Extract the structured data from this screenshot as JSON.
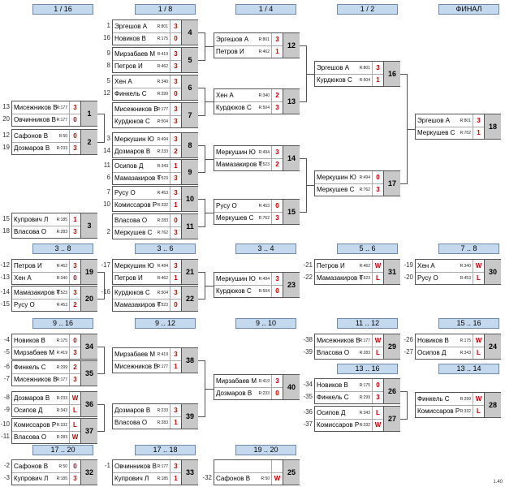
{
  "headers": [
    "1 / 16",
    "1 / 8",
    "1 / 4",
    "1 / 2",
    "ФИНАЛ",
    "3 .. 8",
    "3 .. 6",
    "3 .. 4",
    "5 .. 6",
    "7 .. 8",
    "9 .. 16",
    "9 .. 12",
    "9 .. 10",
    "11 .. 12",
    "15 .. 16",
    "13 .. 16",
    "13 .. 14",
    "17 .. 20",
    "17 .. 18",
    "19 .. 20"
  ],
  "version": "1.40",
  "matches": [
    {
      "n": "4",
      "p": [
        [
          "Эргешов А",
          "R:801",
          "3"
        ],
        [
          "Новиков В",
          "R:175",
          "0"
        ]
      ],
      "s": [
        "1",
        "16"
      ]
    },
    {
      "n": "5",
      "p": [
        [
          "Мирзабаев М",
          "R:419",
          "3"
        ],
        [
          "Петров И",
          "R:462",
          "3"
        ]
      ],
      "s": [
        "9",
        "8"
      ]
    },
    {
      "n": "6",
      "p": [
        [
          "Хен А",
          "R:340",
          "3"
        ],
        [
          "Финкель С",
          "R:299",
          "0"
        ]
      ],
      "s": [
        "5",
        "12"
      ]
    },
    {
      "n": "7",
      "p": [
        [
          "Мисежников В",
          "R:177",
          "3"
        ],
        [
          "Курдюков С",
          "R:504",
          "3"
        ]
      ],
      "s": [
        "",
        ""
      ]
    },
    {
      "n": "8",
      "p": [
        [
          "Меркушин Ю",
          "R:494",
          "3"
        ],
        [
          "Дозмаров В",
          "R:233",
          "2"
        ]
      ],
      "s": [
        "3",
        "14"
      ]
    },
    {
      "n": "9",
      "p": [
        [
          "Осипов Д",
          "R:343",
          "1"
        ],
        [
          "Мамазакиров Т",
          "R:523",
          "3"
        ]
      ],
      "s": [
        "11",
        "6"
      ]
    },
    {
      "n": "10",
      "p": [
        [
          "Русу О",
          "R:453",
          "3"
        ],
        [
          "Комиссаров Р",
          "R:332",
          "1"
        ]
      ],
      "s": [
        "7",
        "10"
      ]
    },
    {
      "n": "11",
      "p": [
        [
          "Власова О",
          "R:283",
          "0"
        ],
        [
          "Меркушев С",
          "R:762",
          "3"
        ]
      ],
      "s": [
        "",
        "2"
      ]
    },
    {
      "n": "1",
      "p": [
        [
          "Мисежников В",
          "R:177",
          "3"
        ],
        [
          "Овчинников В",
          "R:177",
          "0"
        ]
      ],
      "s": [
        "13",
        "20"
      ]
    },
    {
      "n": "2",
      "p": [
        [
          "Сафонов В",
          "R:50",
          "0"
        ],
        [
          "Дозмаров В",
          "R:233",
          "3"
        ]
      ],
      "s": [
        "12",
        "19"
      ]
    },
    {
      "n": "3",
      "p": [
        [
          "Купрович Л",
          "R:185",
          "1"
        ],
        [
          "Власова О",
          "R:283",
          "3"
        ]
      ],
      "s": [
        "15",
        "18"
      ]
    },
    {
      "n": "12",
      "p": [
        [
          "Эргешов А",
          "R:801",
          "3"
        ],
        [
          "Петров И",
          "R:462",
          "1"
        ]
      ],
      "s": [
        "",
        ""
      ]
    },
    {
      "n": "13",
      "p": [
        [
          "Хен А",
          "R:340",
          "2"
        ],
        [
          "Курдюков С",
          "R:504",
          "3"
        ]
      ],
      "s": [
        "",
        ""
      ]
    },
    {
      "n": "14",
      "p": [
        [
          "Меркушин Ю",
          "R:494",
          "3"
        ],
        [
          "Мамазакиров Т",
          "R:523",
          "2"
        ]
      ],
      "s": [
        "",
        ""
      ]
    },
    {
      "n": "15",
      "p": [
        [
          "Русу О",
          "R:453",
          "0"
        ],
        [
          "Меркушев С",
          "R:762",
          "3"
        ]
      ],
      "s": [
        "",
        ""
      ]
    },
    {
      "n": "16",
      "p": [
        [
          "Эргешов А",
          "R:801",
          "3"
        ],
        [
          "Курдюков С",
          "R:504",
          "1"
        ]
      ],
      "s": [
        "",
        ""
      ]
    },
    {
      "n": "17",
      "p": [
        [
          "Меркушин Ю",
          "R:494",
          "0"
        ],
        [
          "Меркушев С",
          "R:762",
          "3"
        ]
      ],
      "s": [
        "",
        ""
      ]
    },
    {
      "n": "18",
      "p": [
        [
          "Эргешов А",
          "R:801",
          "3"
        ],
        [
          "Меркушев С",
          "R:762",
          "1"
        ]
      ],
      "s": [
        "",
        ""
      ]
    },
    {
      "n": "19",
      "p": [
        [
          "Петров И",
          "R:462",
          "3"
        ],
        [
          "Хен А",
          "R:340",
          "0"
        ]
      ],
      "s": [
        "-12",
        "-13"
      ]
    },
    {
      "n": "20",
      "p": [
        [
          "Мамазакиров Т",
          "R:523",
          "3"
        ],
        [
          "Русу О",
          "R:453",
          "2"
        ]
      ],
      "s": [
        "-14",
        "-15"
      ]
    },
    {
      "n": "21",
      "p": [
        [
          "Меркушин Ю",
          "R:494",
          "3"
        ],
        [
          "Петров И",
          "R:462",
          "1"
        ]
      ],
      "s": [
        "-17",
        ""
      ]
    },
    {
      "n": "22",
      "p": [
        [
          "Курдюков С",
          "R:504",
          "3"
        ],
        [
          "Мамазакиров Т",
          "R:523",
          "0"
        ]
      ],
      "s": [
        "-16",
        ""
      ]
    },
    {
      "n": "23",
      "p": [
        [
          "Меркушин Ю",
          "R:494",
          "3"
        ],
        [
          "Курдюков С",
          "R:504",
          "0"
        ]
      ],
      "s": [
        "",
        ""
      ]
    },
    {
      "n": "31",
      "p": [
        [
          "Петров И",
          "R:462",
          "W"
        ],
        [
          "Мамазакиров Т",
          "R:523",
          "L"
        ]
      ],
      "s": [
        "-21",
        "-22"
      ]
    },
    {
      "n": "30",
      "p": [
        [
          "Хен А",
          "R:340",
          "W"
        ],
        [
          "Русу О",
          "R:453",
          "L"
        ]
      ],
      "s": [
        "-19",
        "-20"
      ]
    },
    {
      "n": "34",
      "p": [
        [
          "Новиков В",
          "R:175",
          "0"
        ],
        [
          "Мирзабаев М",
          "R:419",
          "3"
        ]
      ],
      "s": [
        "-4",
        "-5"
      ]
    },
    {
      "n": "35",
      "p": [
        [
          "Финкель С",
          "R:299",
          "2"
        ],
        [
          "Мисежников В",
          "R:177",
          "3"
        ]
      ],
      "s": [
        "-6",
        "-7"
      ]
    },
    {
      "n": "36",
      "p": [
        [
          "Дозмаров В",
          "R:233",
          "W"
        ],
        [
          "Осипов Д",
          "R:343",
          "L"
        ]
      ],
      "s": [
        "-8",
        "-9"
      ]
    },
    {
      "n": "37",
      "p": [
        [
          "Комиссаров Р",
          "R:332",
          "L"
        ],
        [
          "Власова О",
          "R:283",
          "W"
        ]
      ],
      "s": [
        "-10",
        "-11"
      ]
    },
    {
      "n": "38",
      "p": [
        [
          "Мирзабаев М",
          "R:419",
          "3"
        ],
        [
          "Мисежников В",
          "R:177",
          "1"
        ]
      ],
      "s": [
        "",
        ""
      ]
    },
    {
      "n": "39",
      "p": [
        [
          "Дозмаров В",
          "R:233",
          "3"
        ],
        [
          "Власова О",
          "R:283",
          "1"
        ]
      ],
      "s": [
        "",
        ""
      ]
    },
    {
      "n": "40",
      "p": [
        [
          "Мирзабаев М",
          "R:419",
          "3"
        ],
        [
          "Дозмаров В",
          "R:233",
          "0"
        ]
      ],
      "s": [
        "",
        ""
      ]
    },
    {
      "n": "29",
      "p": [
        [
          "Мисежников В",
          "R:177",
          "W"
        ],
        [
          "Власова О",
          "R:283",
          "L"
        ]
      ],
      "s": [
        "-38",
        "-39"
      ]
    },
    {
      "n": "24",
      "p": [
        [
          "Новиков В",
          "R:175",
          "W"
        ],
        [
          "Осипов Д",
          "R:343",
          "L"
        ]
      ],
      "s": [
        "-26",
        "-27"
      ]
    },
    {
      "n": "26",
      "p": [
        [
          "Новиков В",
          "R:175",
          "0"
        ],
        [
          "Финкель С",
          "R:299",
          "3"
        ]
      ],
      "s": [
        "-34",
        "-35"
      ]
    },
    {
      "n": "27",
      "p": [
        [
          "Осипов Д",
          "R:343",
          "L"
        ],
        [
          "Комиссаров Р",
          "R:332",
          "W"
        ]
      ],
      "s": [
        "-36",
        "-37"
      ]
    },
    {
      "n": "28",
      "p": [
        [
          "Финкель С",
          "R:299",
          "W"
        ],
        [
          "Комиссаров Р",
          "R:332",
          "L"
        ]
      ],
      "s": [
        "",
        ""
      ]
    },
    {
      "n": "32",
      "p": [
        [
          "Сафонов В",
          "R:50",
          "0"
        ],
        [
          "Купрович Л",
          "R:185",
          "3"
        ]
      ],
      "s": [
        "-2",
        "-3"
      ]
    },
    {
      "n": "33",
      "p": [
        [
          "Овчинников В",
          "R:177",
          "3"
        ],
        [
          "Купрович Л",
          "R:185",
          "1"
        ]
      ],
      "s": [
        "-1",
        ""
      ]
    },
    {
      "n": "25",
      "p": [
        [
          "",
          "",
          ""
        ],
        [
          "Сафонов В",
          "R:50",
          "W"
        ]
      ],
      "s": [
        "",
        "-32"
      ]
    }
  ]
}
